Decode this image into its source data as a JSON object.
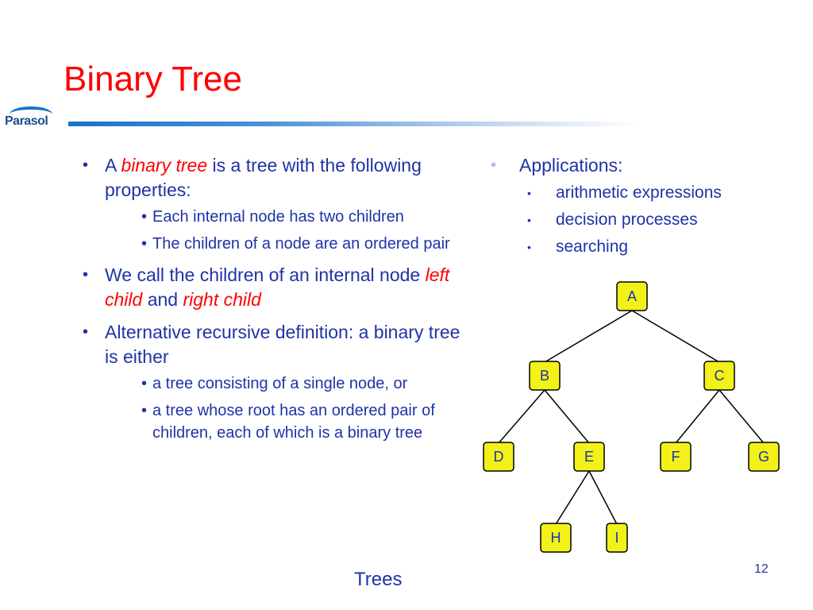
{
  "title": "Binary Tree",
  "logo": {
    "text": "Parasol"
  },
  "left": {
    "b1": {
      "pre": "A ",
      "em": "binary tree",
      "post": " is a tree with the following properties:",
      "subs": [
        "Each internal node has two children",
        "The children of a node are an ordered pair"
      ]
    },
    "b2": {
      "pre": "We call the children of an internal node ",
      "em1": "left child",
      "mid": " and ",
      "em2": "right child"
    },
    "b3": {
      "text": "Alternative recursive definition: a binary tree is either",
      "subs": [
        "a tree consisting of a single node, or",
        "a tree whose root has an ordered pair of children, each of which is a binary tree"
      ]
    }
  },
  "right": {
    "heading": "Applications:",
    "items": [
      "arithmetic expressions",
      "decision processes",
      "searching"
    ]
  },
  "tree": {
    "nodes": {
      "A": "A",
      "B": "B",
      "C": "C",
      "D": "D",
      "E": "E",
      "F": "F",
      "G": "G",
      "H": "H",
      "I": "I"
    },
    "colors": {
      "node_fill": "#f2f218",
      "text": "#1f33a6"
    }
  },
  "footer": {
    "text": "Trees",
    "page": "12"
  }
}
